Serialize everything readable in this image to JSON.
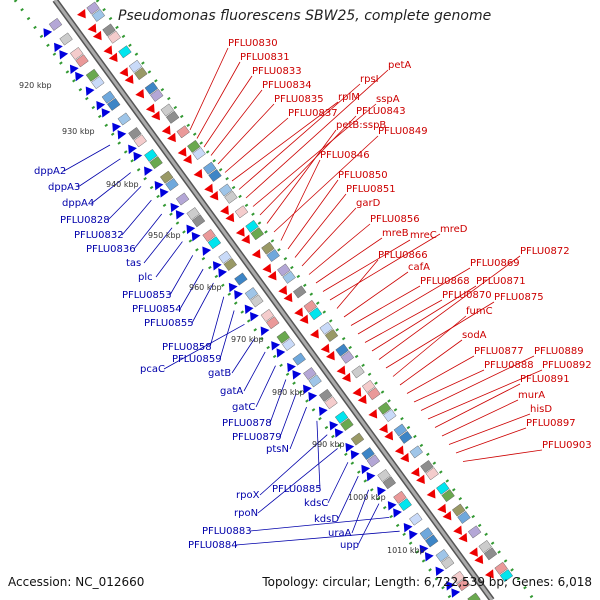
{
  "title": "Pseudomonas fluorescens SBW25, complete genome",
  "footer": {
    "accession": "Accession: NC_012660",
    "summary": "Topology: circular; Length: 6,722,539 bp; Genes: 6,018"
  },
  "colors": {
    "forward": "#ee0000",
    "reverse": "#0000dd",
    "label_forward": "#cc0000",
    "label_reverse": "#0000aa",
    "backbone": "#999999",
    "tick_dots": "#339933"
  },
  "kbp_ticks": [
    "920 kbp",
    "930 kbp",
    "940 kbp",
    "950 kbp",
    "960 kbp",
    "970 kbp",
    "980 kbp",
    "990 kbp",
    "1000 kbp",
    "1010 kbp"
  ],
  "labels_forward": [
    "PFLU0830",
    "PFLU0831",
    "PFLU0833",
    "PFLU0834",
    "PFLU0835",
    "PFLU0837",
    "rplM",
    "rpsI",
    "petA",
    "sspA",
    "PFLU0843",
    "petB:sspB",
    "PFLU0849",
    "PFLU0846",
    "PFLU0850",
    "PFLU0851",
    "garD",
    "PFLU0856",
    "mreB",
    "mreC",
    "mreD",
    "PFLU0866",
    "cafA",
    "PFLU0868",
    "PFLU0869",
    "PFLU0870",
    "PFLU0871",
    "PFLU0872",
    "PFLU0875",
    "fumC",
    "sodA",
    "PFLU0877",
    "PFLU0888",
    "PFLU0889",
    "PFLU0892",
    "PFLU0891",
    "murA",
    "hisD",
    "PFLU0897",
    "PFLU0903"
  ],
  "labels_reverse": [
    "dppA2",
    "dppA3",
    "dppA4",
    "PFLU0828",
    "PFLU0832",
    "PFLU0836",
    "tas",
    "plc",
    "PFLU0853",
    "PFLU0854",
    "PFLU0855",
    "PFLU0858",
    "PFLU0859",
    "pcaC",
    "gatB",
    "gatA",
    "gatC",
    "PFLU0878",
    "PFLU0879",
    "ptsN",
    "PFLU0885",
    "rpoX",
    "rpoN",
    "kdsC",
    "kdsD",
    "uraA",
    "upp",
    "PFLU0883",
    "PFLU0884"
  ]
}
